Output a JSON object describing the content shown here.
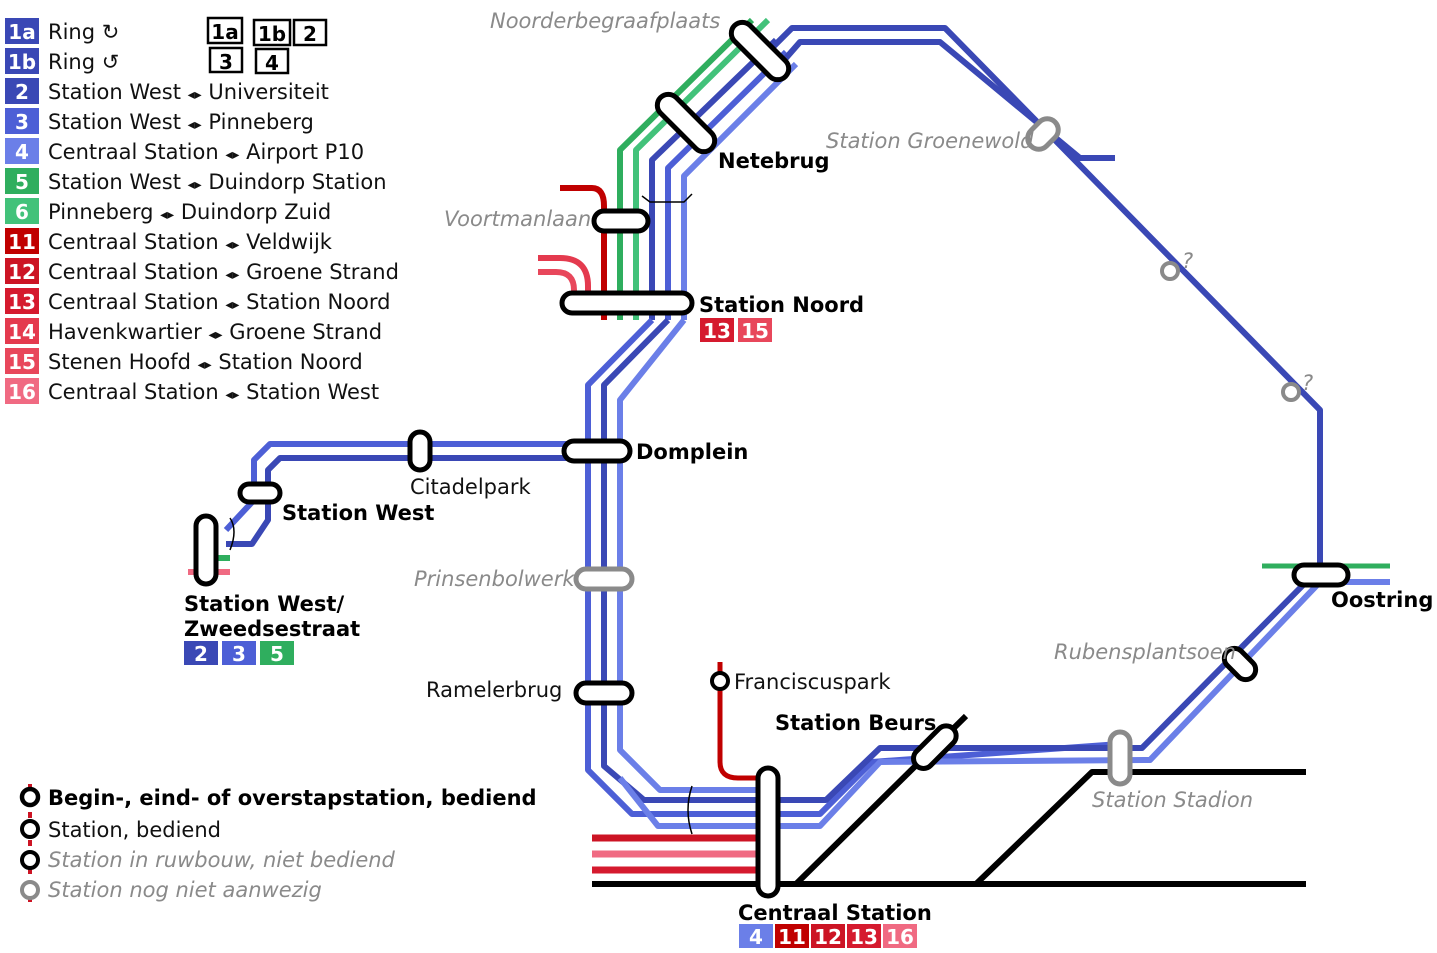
{
  "colors": {
    "ring": "#3a48b5",
    "line2": "#3a48b5",
    "line3": "#4d5fd6",
    "line4": "#6b7fe8",
    "line5": "#2fae5e",
    "line6": "#42c27a",
    "line11": "#c00000",
    "line12": "#cc1424",
    "line13": "#d51a2e",
    "line14": "#e43a4e",
    "line15": "#e8475b",
    "line16": "#f06a82",
    "future": "#8a8a8a",
    "rail": "#000000"
  },
  "legend": {
    "lines": [
      {
        "code": "1a",
        "label_a": "Ring",
        "arrow": "",
        "label_b": "",
        "symbol": "↻",
        "color": "#3a48b5"
      },
      {
        "code": "1b",
        "label_a": "Ring",
        "arrow": "",
        "label_b": "",
        "symbol": "↺",
        "color": "#3a48b5"
      },
      {
        "code": "2",
        "label_a": "Station West",
        "arrow": "◂▸",
        "label_b": "Universiteit",
        "symbol": "",
        "color": "#3a48b5"
      },
      {
        "code": "3",
        "label_a": "Station West",
        "arrow": "◂▸",
        "label_b": "Pinneberg",
        "symbol": "",
        "color": "#4d5fd6"
      },
      {
        "code": "4",
        "label_a": "Centraal Station",
        "arrow": "◂▸",
        "label_b": "Airport P10",
        "symbol": "",
        "color": "#6b7fe8"
      },
      {
        "code": "5",
        "label_a": "Station West",
        "arrow": "◂▸",
        "label_b": "Duindorp Station",
        "symbol": "",
        "color": "#2fae5e"
      },
      {
        "code": "6",
        "label_a": "Pinneberg",
        "arrow": "◂▸",
        "label_b": "Duindorp Zuid",
        "symbol": "",
        "color": "#42c27a"
      },
      {
        "code": "11",
        "label_a": "Centraal Station",
        "arrow": "◂▸",
        "label_b": "Veldwijk",
        "symbol": "",
        "color": "#c00000"
      },
      {
        "code": "12",
        "label_a": "Centraal Station",
        "arrow": "◂▸",
        "label_b": "Groene Strand",
        "symbol": "",
        "color": "#cc1424"
      },
      {
        "code": "13",
        "label_a": "Centraal Station",
        "arrow": "◂▸",
        "label_b": "Station Noord",
        "symbol": "",
        "color": "#d51a2e"
      },
      {
        "code": "14",
        "label_a": "Havenkwartier",
        "arrow": "◂▸",
        "label_b": "Groene Strand",
        "symbol": "",
        "color": "#e43a4e"
      },
      {
        "code": "15",
        "label_a": "Stenen Hoofd",
        "arrow": "◂▸",
        "label_b": "Station Noord",
        "symbol": "",
        "color": "#e8475b"
      },
      {
        "code": "16",
        "label_a": "Centraal Station",
        "arrow": "◂▸",
        "label_b": "Station West",
        "symbol": "",
        "color": "#f06a82"
      }
    ],
    "platform_boxes": [
      [
        "1a",
        "1b",
        "2"
      ],
      [
        "3",
        "4"
      ]
    ],
    "station_types": [
      {
        "label": "Begin-, eind- of overstapstation, bediend",
        "style": "bold"
      },
      {
        "label": "Station, bediend",
        "style": "normal"
      },
      {
        "label": "Station in ruwbouw, niet bediend",
        "style": "grey-italic"
      },
      {
        "label": "Station nog niet aanwezig",
        "style": "grey-italic-future"
      }
    ]
  },
  "stations": {
    "noorderbegraafplaats": "Noorderbegraafplaats",
    "netebrug": "Netebrug",
    "groenewold": "Station Groenewold",
    "voortmanlaan": "Voortmanlaan",
    "station_noord": "Station Noord",
    "unknown1": "?",
    "unknown2": "?",
    "domplein": "Domplein",
    "citadelpark": "Citadelpark",
    "station_west": "Station West",
    "station_west_zweed_1": "Station West/",
    "station_west_zweed_2": "Zweedsestraat",
    "prinsenbolwerk": "Prinsenbolwerk",
    "ramelerbrug": "Ramelerbrug",
    "franciscuspark": "Franciscuspark",
    "station_beurs": "Station Beurs",
    "oostring": "Oostring",
    "rubensplantsoen": "Rubensplantsoen",
    "station_stadion": "Station Stadion",
    "centraal_station": "Centraal Station"
  },
  "station_badges": {
    "station_noord": [
      {
        "code": "13",
        "color": "#d51a2e"
      },
      {
        "code": "15",
        "color": "#e8475b"
      }
    ],
    "station_west_zweed": [
      {
        "code": "2",
        "color": "#3a48b5"
      },
      {
        "code": "3",
        "color": "#4d5fd6"
      },
      {
        "code": "5",
        "color": "#2fae5e"
      }
    ],
    "centraal_station": [
      {
        "code": "4",
        "color": "#6b7fe8"
      },
      {
        "code": "11",
        "color": "#c00000"
      },
      {
        "code": "12",
        "color": "#cc1424"
      },
      {
        "code": "13",
        "color": "#d51a2e"
      },
      {
        "code": "16",
        "color": "#f06a82"
      }
    ]
  }
}
